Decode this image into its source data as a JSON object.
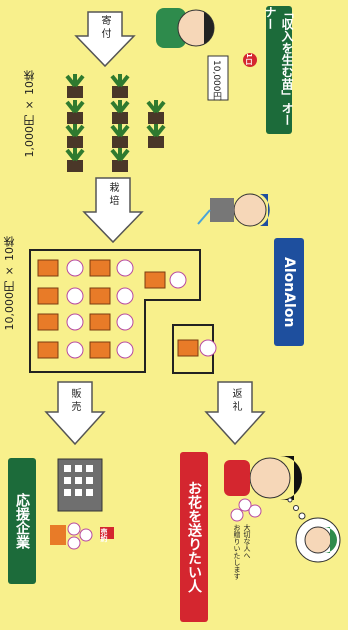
{
  "labels": {
    "owner": "「収入を生む苗」オーナー",
    "owner_money": "10,000円",
    "owner_money_badge": "1口",
    "donate": "寄 付",
    "seedling_price": "1,000円 × 10株",
    "cultivate": "栽 培",
    "flower_price": "10,000円 × 10株",
    "org": "AlonAlon",
    "sell": "販 売",
    "return": "返 礼",
    "supporter": "応援企業",
    "sender": "お花を送りたい人",
    "speech": "大切な人へ\nお贈りいたします",
    "sold_tag": "売約"
  },
  "colors": {
    "background": "#f8f08c",
    "green_box": "#1c6b3a",
    "red_box": "#d4262f",
    "blue_box": "#1e4f9e",
    "arrow_fill": "#ffffff",
    "pot": "#e87b28"
  },
  "icons": [
    "owner-person-icon",
    "gardener-icon",
    "sender-person-icon",
    "recipient-person-icon",
    "building-icon",
    "flower-bouquet-icon"
  ]
}
